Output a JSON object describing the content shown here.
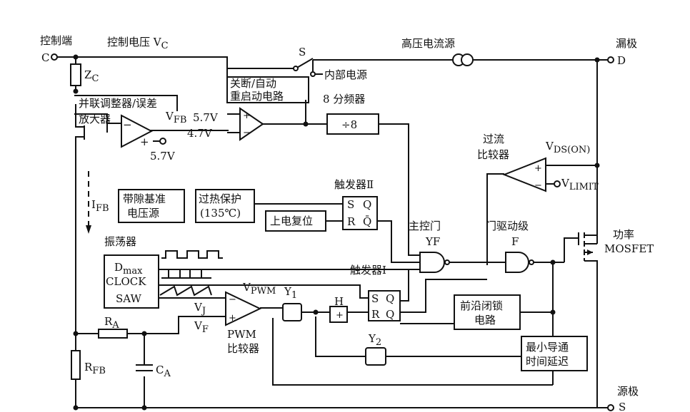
{
  "terminals": {
    "control_label": "控制端",
    "control_symbol": "C",
    "drain_label": "漏极",
    "drain_symbol": "D",
    "source_label": "源极",
    "source_symbol": "S"
  },
  "labels": {
    "control_voltage": "控制电压 V",
    "control_voltage_sub": "C",
    "switch": "S",
    "hv_source": "高压电流源",
    "internal_supply": "内部电源",
    "zc": "Z",
    "zc_sub": "C",
    "shutdown_line1": "关断/自动",
    "shutdown_line2": "重启动电路",
    "divider": "8 分频器",
    "div8": "÷8",
    "shunt_line1": "并联调整器/误差",
    "shunt_line2": "放大器",
    "vfb": "V",
    "vfb_sub": "FB",
    "v57": "5.7V",
    "v47": "4.7V",
    "v57b": "5.7V",
    "ocp_line1": "过流",
    "ocp_line2": "比较器",
    "vds": "V",
    "vds_sub": "DS(ON)",
    "vlimit": "V",
    "vlimit_sub": "LIMIT",
    "ifb": "I",
    "ifb_sub": "FB",
    "bandgap_line1": "带隙基准",
    "bandgap_line2": "电压源",
    "thermal_line1": "过热保护",
    "thermal_line2": "(135℃)",
    "ff2_label": "触发器Ⅱ",
    "por": "上电复位",
    "main_gate": "主控门",
    "yf": "YF",
    "gate_driver": "门驱动级",
    "f": "F",
    "power_line1": "功率",
    "power_line2": "MOSFET",
    "osc_label": "振荡器",
    "dmax": "D",
    "dmax_sub": "max",
    "clock": "CLOCK",
    "saw": "SAW",
    "ff1_label": "触发器Ⅰ",
    "vpwm": "V",
    "vpwm_sub": "PWM",
    "y1": "Y",
    "y1_sub": "1",
    "h": "H",
    "vj": "V",
    "vj_sub": "J",
    "vf": "V",
    "vf_sub": "F",
    "pwm_line1": "PWM",
    "pwm_line2": "比较器",
    "y2": "Y",
    "y2_sub": "2",
    "leb_line1": "前沿闭锁",
    "leb_line2": "电路",
    "mindelay_line1": "最小导通",
    "mindelay_line2": "时间延迟",
    "ra": "R",
    "ra_sub": "A",
    "rfb": "R",
    "rfb_sub": "FB",
    "ca": "C",
    "ca_sub": "A",
    "s_q": "S",
    "q": "Q",
    "r_q": "R",
    "qbar": "Q̄",
    "plus": "+",
    "minus": "−"
  }
}
